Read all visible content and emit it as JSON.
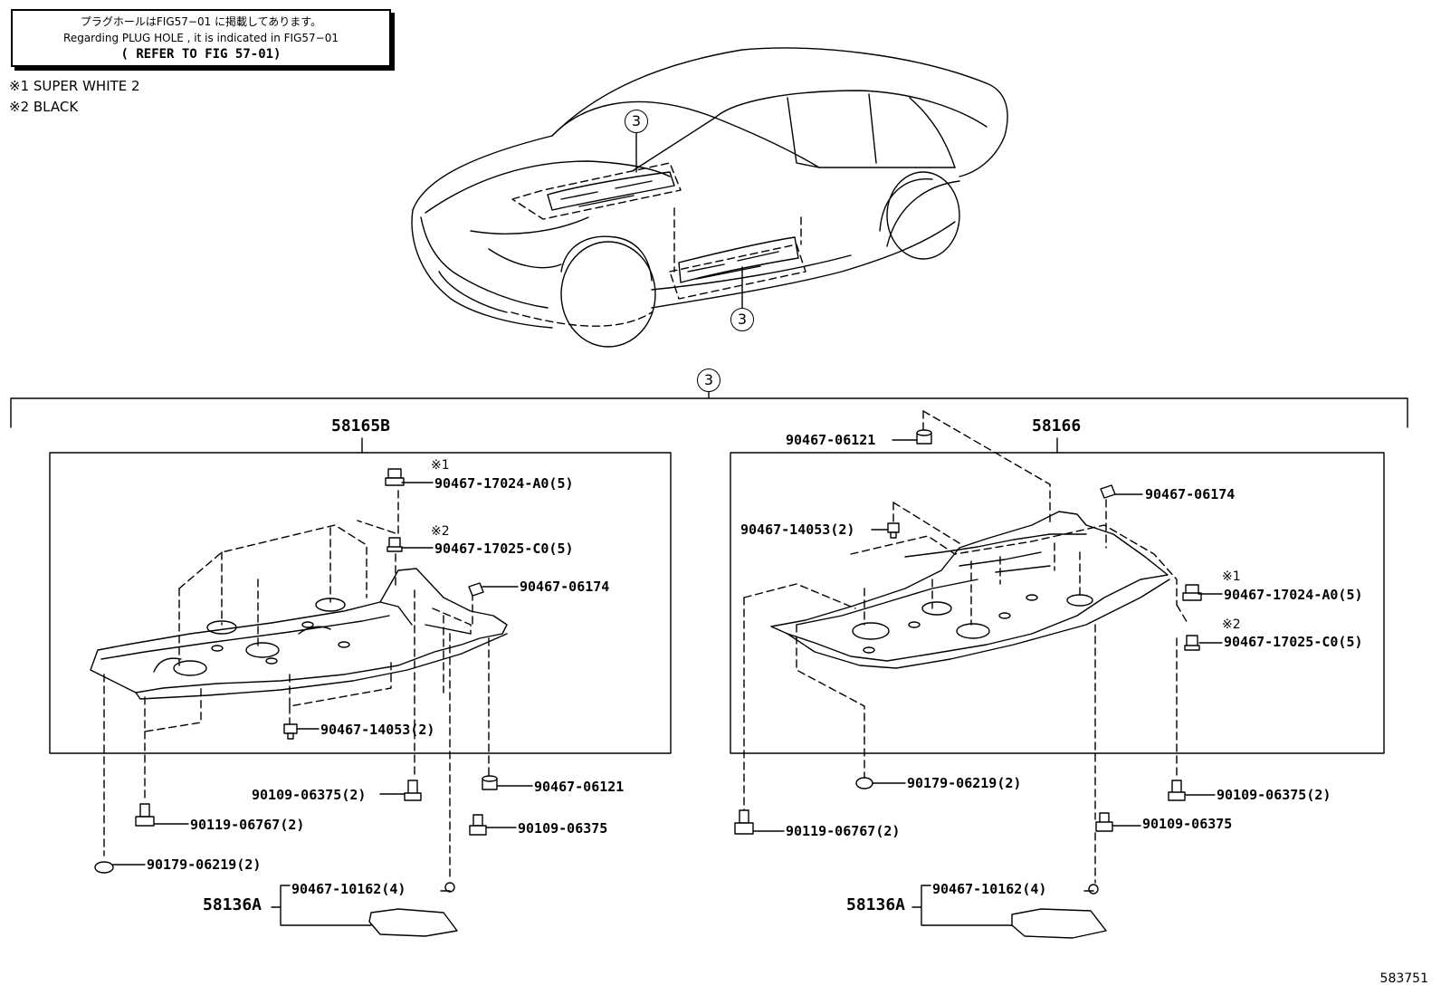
{
  "notice": {
    "line_jp": "プラグホールはFIG57−01 に掲載してあります。",
    "line_en": "Regarding  PLUG HOLE  , it is  indicated  in  FIG57−01",
    "line_ref": "( REFER TO FIG 57-01)"
  },
  "legend": {
    "note1": "※1 SUPER WHITE 2",
    "note2": "※2 BLACK"
  },
  "callout": "3",
  "figure_number": "583751",
  "left": {
    "assembly": "58165B",
    "clip_a0": "90467-17024-A0(5)",
    "clip_c0": "90467-17025-C0(5)",
    "note1": "※1",
    "note2": "※2",
    "clip_06174": "90467-06174",
    "clip_14053": "90467-14053(2)",
    "bolt_06375_2": "90109-06375(2)",
    "nut_06121": "90467-06121",
    "bolt_06767": "90119-06767(2)",
    "bolt_06375": "90109-06375",
    "nut_06219": "90179-06219(2)",
    "clip_10162": "90467-10162(4)",
    "cover": "58136A"
  },
  "right": {
    "assembly": "58166",
    "nut_06121": "90467-06121",
    "clip_06174": "90467-06174",
    "clip_14053": "90467-14053(2)",
    "clip_a0": "90467-17024-A0(5)",
    "clip_c0": "90467-17025-C0(5)",
    "note1": "※1",
    "note2": "※2",
    "nut_06219": "90179-06219(2)",
    "bolt_06375_2": "90109-06375(2)",
    "bolt_06767": "90119-06767(2)",
    "bolt_06375": "90109-06375",
    "clip_10162": "90467-10162(4)",
    "cover": "58136A"
  }
}
